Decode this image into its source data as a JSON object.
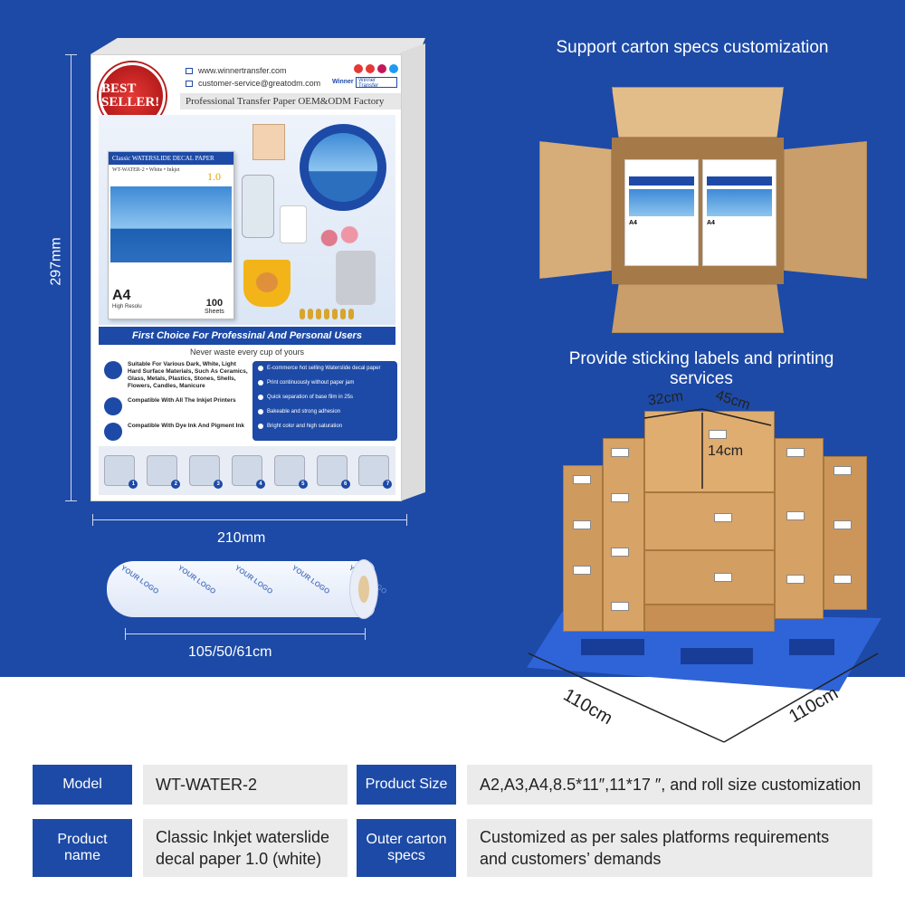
{
  "box": {
    "badge_top": "BEST SELLER",
    "badge_main": "BEST SELLER!",
    "website": "www.winnertransfer.com",
    "email": "customer-service@greatodm.com",
    "brand": "Winner",
    "brand_box": "Winner Transfer",
    "factory": "Professional Transfer Paper OEM&ODM Factory",
    "pkg_title": "Classic WATERSLIDE DECAL PAPER",
    "pkg_sub": "WT-WATER-2 • White • Inkjet",
    "pkg_version": "1.0",
    "pkg_size": "A4",
    "pkg_res": "High Resolu",
    "pkg_count": "100",
    "pkg_unit": "Sheets",
    "first_choice": "First Choice For Professinal And Personal Users",
    "never": "Never waste every cup of yours",
    "features_left": [
      "Suitable For Various Dark, White, Light Hard Surface Materials, Such As Ceramics, Glass, Metals, Plastics, Stones, Shells, Flowers, Candles, Manicure",
      "Compatible With All The Inkjet Printers",
      "Compatible With Dye Ink And Pigment Ink"
    ],
    "features_right": [
      "E-commerce hot selling Waterslide decal paper",
      "Print continuously without paper jam",
      "Quick separation of base film in 25s",
      "Bakeable and strong adhesion",
      "Bright color and high saturation"
    ],
    "thumb_numbers": [
      "1",
      "2",
      "3",
      "4",
      "5",
      "6",
      "7"
    ]
  },
  "dimensions": {
    "height": "297mm",
    "width": "210mm",
    "roll": "105/50/61cm",
    "roll_logo": "YOUR LOGO"
  },
  "carton": {
    "heading": "Support carton specs customization",
    "pkg_size": "A4"
  },
  "labels": {
    "heading": "Provide sticking labels and printing services",
    "len": "32cm",
    "wid": "45cm",
    "hgt": "14cm",
    "pallet_a": "110cm",
    "pallet_b": "110cm"
  },
  "specs": {
    "model_key": "Model",
    "model_val": "WT-WATER-2",
    "size_key": "Product Size",
    "size_val": "A2,A3,A4,8.5*11″,11*17 ″, and roll size customization",
    "name_key": "Product name",
    "name_val": "Classic Inkjet waterslide decal paper 1.0 (white)",
    "outer_key": "Outer carton specs",
    "outer_val": "Customized as per sales platforms requirements and customers’ demands"
  },
  "colors": {
    "brand_blue": "#1d4aa6",
    "cardboard": "#d7a366"
  }
}
